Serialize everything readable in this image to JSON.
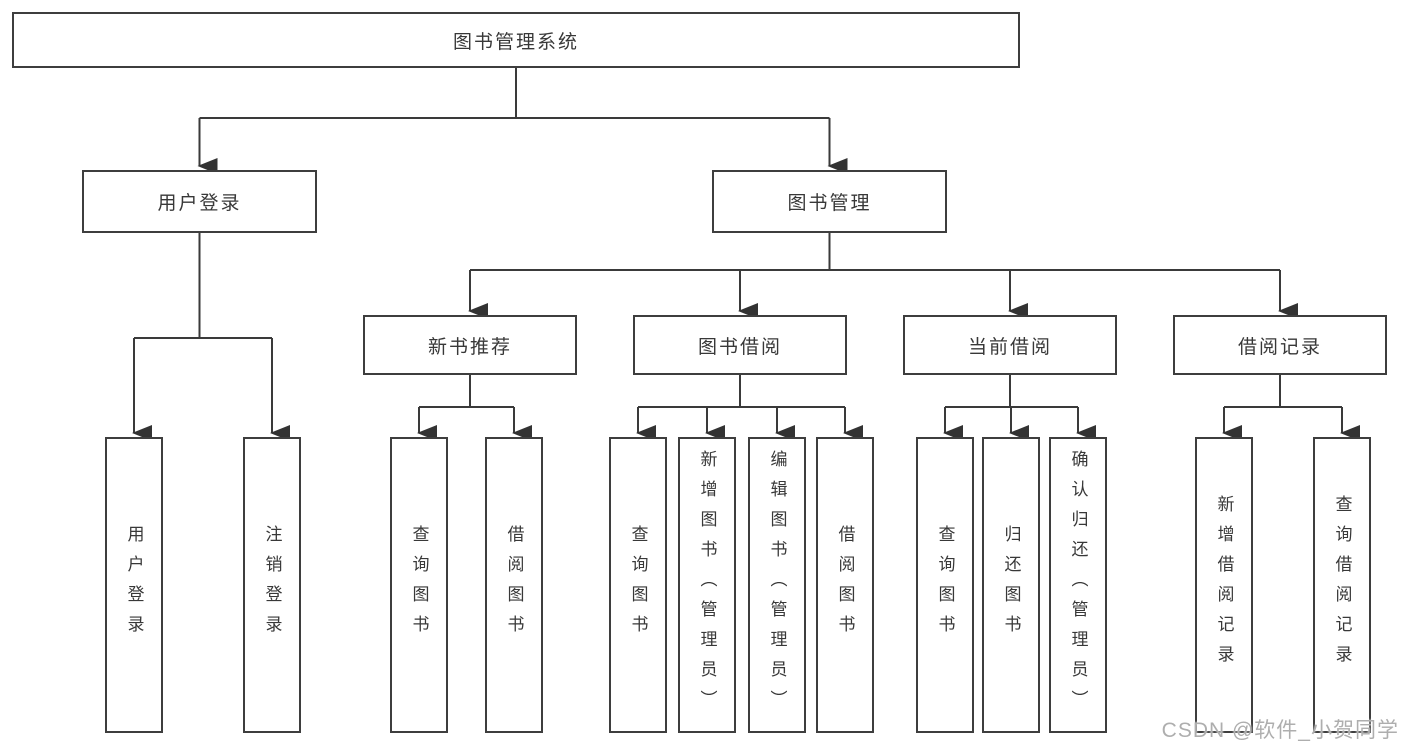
{
  "tree": {
    "label": "图书管理系统",
    "children": [
      {
        "label": "用户登录",
        "children": [
          {
            "label": "用户登录"
          },
          {
            "label": "注销登录"
          }
        ]
      },
      {
        "label": "图书管理",
        "children": [
          {
            "label": "新书推荐",
            "children": [
              {
                "label": "查询图书"
              },
              {
                "label": "借阅图书"
              }
            ]
          },
          {
            "label": "图书借阅",
            "children": [
              {
                "label": "查询图书"
              },
              {
                "label": "新增图书（管理员）"
              },
              {
                "label": "编辑图书（管理员）"
              },
              {
                "label": "借阅图书"
              }
            ]
          },
          {
            "label": "当前借阅",
            "children": [
              {
                "label": "查询图书"
              },
              {
                "label": "归还图书"
              },
              {
                "label": "确认归还（管理员）"
              }
            ]
          },
          {
            "label": "借阅记录",
            "children": [
              {
                "label": "新增借阅记录"
              },
              {
                "label": "查询借阅记录"
              }
            ]
          }
        ]
      }
    ]
  },
  "watermark": {
    "text": "CSDN @软件_小贺同学"
  },
  "colors": {
    "line_color": "#3a3a3a",
    "box_border_color": "#3e3e3e",
    "box_background": "#ffffff",
    "watermark_color": "#aeaeae"
  }
}
